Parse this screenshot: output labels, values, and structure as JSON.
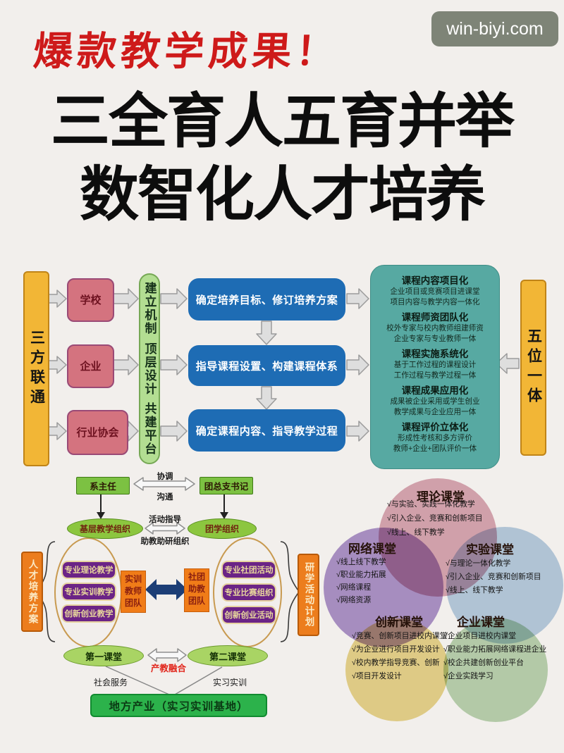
{
  "watermark": {
    "text": "win-biyi.com"
  },
  "header": {
    "tagline": "爆款教学成果！",
    "title_line1": "三全育人五育并举",
    "title_line2": "数智化人才培养"
  },
  "colors": {
    "accent_red": "#ce1a1a",
    "gold_bar": "#f2b636",
    "orange_bar": "#ec7d1d",
    "pink_box": "#d4737f",
    "green_bar": "#b3de92",
    "blue_box": "#1e6cb4",
    "teal_panel": "#57a9a2",
    "purple_box": "#6b2486",
    "navy_arrow": "#1c3e76",
    "green_base": "#2cb24b"
  },
  "flow": {
    "left_bar": "三方联通",
    "sources": [
      "学校",
      "企业",
      "行业协会"
    ],
    "mechanism": [
      "建立机制",
      "顶层设计",
      "共建平台"
    ],
    "steps": [
      "确定培养目标、修订培养方案",
      "指导课程设置、构建课程体系",
      "确定课程内容、指导教学过程"
    ],
    "outcomes": [
      {
        "title": "课程内容项目化",
        "lines": [
          "企业项目或竞赛项目进课堂",
          "项目内容与教学内容一体化"
        ]
      },
      {
        "title": "课程师资团队化",
        "lines": [
          "校外专家与校内教师组建师资",
          "企业专家与专业教师一体"
        ]
      },
      {
        "title": "课程实施系统化",
        "lines": [
          "基于工作过程的课程设计",
          "工作过程与教学过程一体"
        ]
      },
      {
        "title": "课程成果应用化",
        "lines": [
          "成果被企业采用或学生创业",
          "教学成果与企业应用一体"
        ]
      },
      {
        "title": "课程评价立体化",
        "lines": [
          "形成性考核和多方评价",
          "教师+企业+团队评价一体"
        ]
      }
    ],
    "right_bar": "五位一体"
  },
  "org": {
    "dept_head": "系主任",
    "league_secretary": "团总支书记",
    "coordinate": "协调",
    "communicate": "沟通",
    "teaching_org": "基层教学组织",
    "league_org": "团学组织",
    "activity_guide": "活动指导",
    "assistant_org": "助教助研组织",
    "left_bar": "人才培养方案",
    "right_bar": "研学活动计划",
    "left_items": [
      "专业理论教学",
      "专业实训教学",
      "创新创业教学"
    ],
    "right_items": [
      "专业社团活动",
      "专业比赛组织",
      "创新创业活动"
    ],
    "left_team": "实训教师团队",
    "right_team": "社团助教团队",
    "first_class": "第一课堂",
    "second_class": "第二课堂",
    "fusion": "产教融合",
    "social_service": "社会服务",
    "internship": "实习实训",
    "industry_base": "地方产业（实习实训基地）"
  },
  "venn": {
    "circles": [
      {
        "name": "理论课堂",
        "color": "#d598a8",
        "items": [
          "√与实验、实践一体化教学",
          "√引入企业、竞赛和创新项目",
          "√线上、线下教学"
        ]
      },
      {
        "name": "网络课堂",
        "color": "#9d7fc4",
        "items": [
          "√线上线下教学",
          "√职业能力拓展",
          "√网络课程",
          "√网络资源"
        ]
      },
      {
        "name": "实验课堂",
        "color": "#abc6e0",
        "items": [
          "√与理论一体化教学",
          "√引入企业、竞赛和创新项目",
          "√线上、线下教学"
        ]
      },
      {
        "name": "创新课堂",
        "color": "#e6d077",
        "items": [
          "√竞赛、创新项目进校内课堂",
          "√为企业进行项目开发设计",
          "√校内教学指导竞赛、创新",
          "√项目开发设计"
        ]
      },
      {
        "name": "企业课堂",
        "color": "#aecfa5",
        "items": [
          "√企业项目进校内课堂",
          "√职业能力拓展网络课程进企业",
          "√校企共建创新创业平台",
          "√企业实践学习"
        ]
      }
    ]
  }
}
